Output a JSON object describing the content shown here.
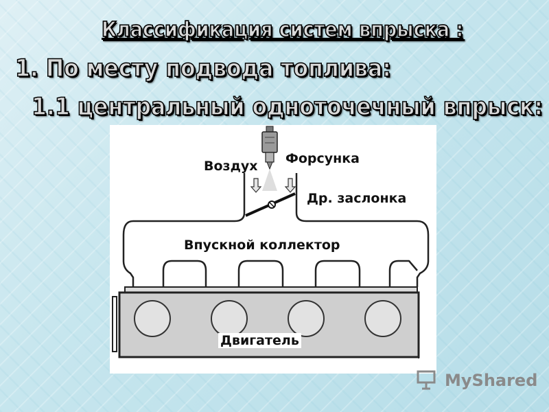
{
  "headings": {
    "title": "Классификация систем впрыска :",
    "level1": "1. По месту подвода топлива:",
    "level2": "1.1 центральный одноточечный впрыск:"
  },
  "diagram": {
    "labels": {
      "air": "Воздух",
      "injector": "Форсунка",
      "throttle": "Др. заслонка",
      "manifold": "Впускной коллектор",
      "engine": "Двигатель"
    }
  },
  "watermark": {
    "text": "MyShared",
    "icon": "presentation-board-icon"
  },
  "colors": {
    "heading_fill": "#d9d9d9",
    "heading_outline": "#000000",
    "watermark": "#8a8a8a"
  }
}
